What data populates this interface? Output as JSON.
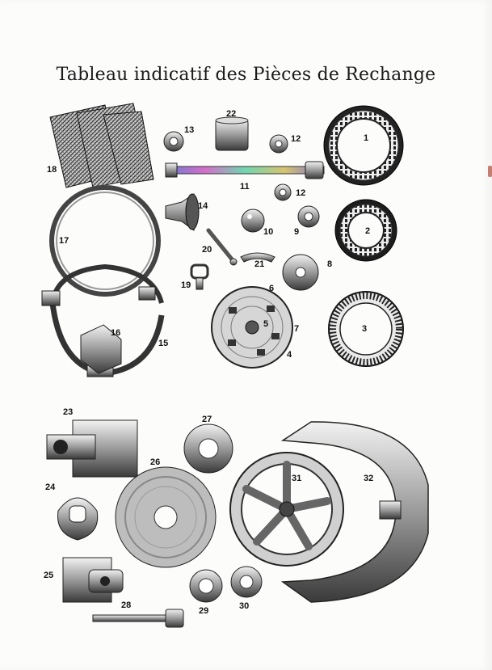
{
  "document": {
    "title": "Tableau indicatif des Pièces de Rechange"
  },
  "parts": [
    {
      "id": "part-1",
      "label": "1"
    },
    {
      "id": "part-2",
      "label": "2"
    },
    {
      "id": "part-3",
      "label": "3"
    },
    {
      "id": "part-4",
      "label": "4"
    },
    {
      "id": "part-5",
      "label": "5"
    },
    {
      "id": "part-6",
      "label": "6"
    },
    {
      "id": "part-7",
      "label": "7"
    },
    {
      "id": "part-8",
      "label": "8"
    },
    {
      "id": "part-9",
      "label": "9"
    },
    {
      "id": "part-10",
      "label": "10"
    },
    {
      "id": "part-11",
      "label": "11"
    },
    {
      "id": "part-12a",
      "label": "12"
    },
    {
      "id": "part-12b",
      "label": "12"
    },
    {
      "id": "part-13",
      "label": "13"
    },
    {
      "id": "part-14",
      "label": "14"
    },
    {
      "id": "part-15",
      "label": "15"
    },
    {
      "id": "part-16",
      "label": "16"
    },
    {
      "id": "part-17",
      "label": "17"
    },
    {
      "id": "part-18",
      "label": "18"
    },
    {
      "id": "part-19",
      "label": "19"
    },
    {
      "id": "part-20",
      "label": "20"
    },
    {
      "id": "part-21",
      "label": "21"
    },
    {
      "id": "part-22",
      "label": "22"
    },
    {
      "id": "part-23",
      "label": "23"
    },
    {
      "id": "part-24",
      "label": "24"
    },
    {
      "id": "part-25",
      "label": "25"
    },
    {
      "id": "part-26",
      "label": "26"
    },
    {
      "id": "part-27",
      "label": "27"
    },
    {
      "id": "part-28",
      "label": "28"
    },
    {
      "id": "part-29",
      "label": "29"
    },
    {
      "id": "part-30",
      "label": "30"
    },
    {
      "id": "part-31",
      "label": "31"
    },
    {
      "id": "part-32",
      "label": "32"
    }
  ]
}
